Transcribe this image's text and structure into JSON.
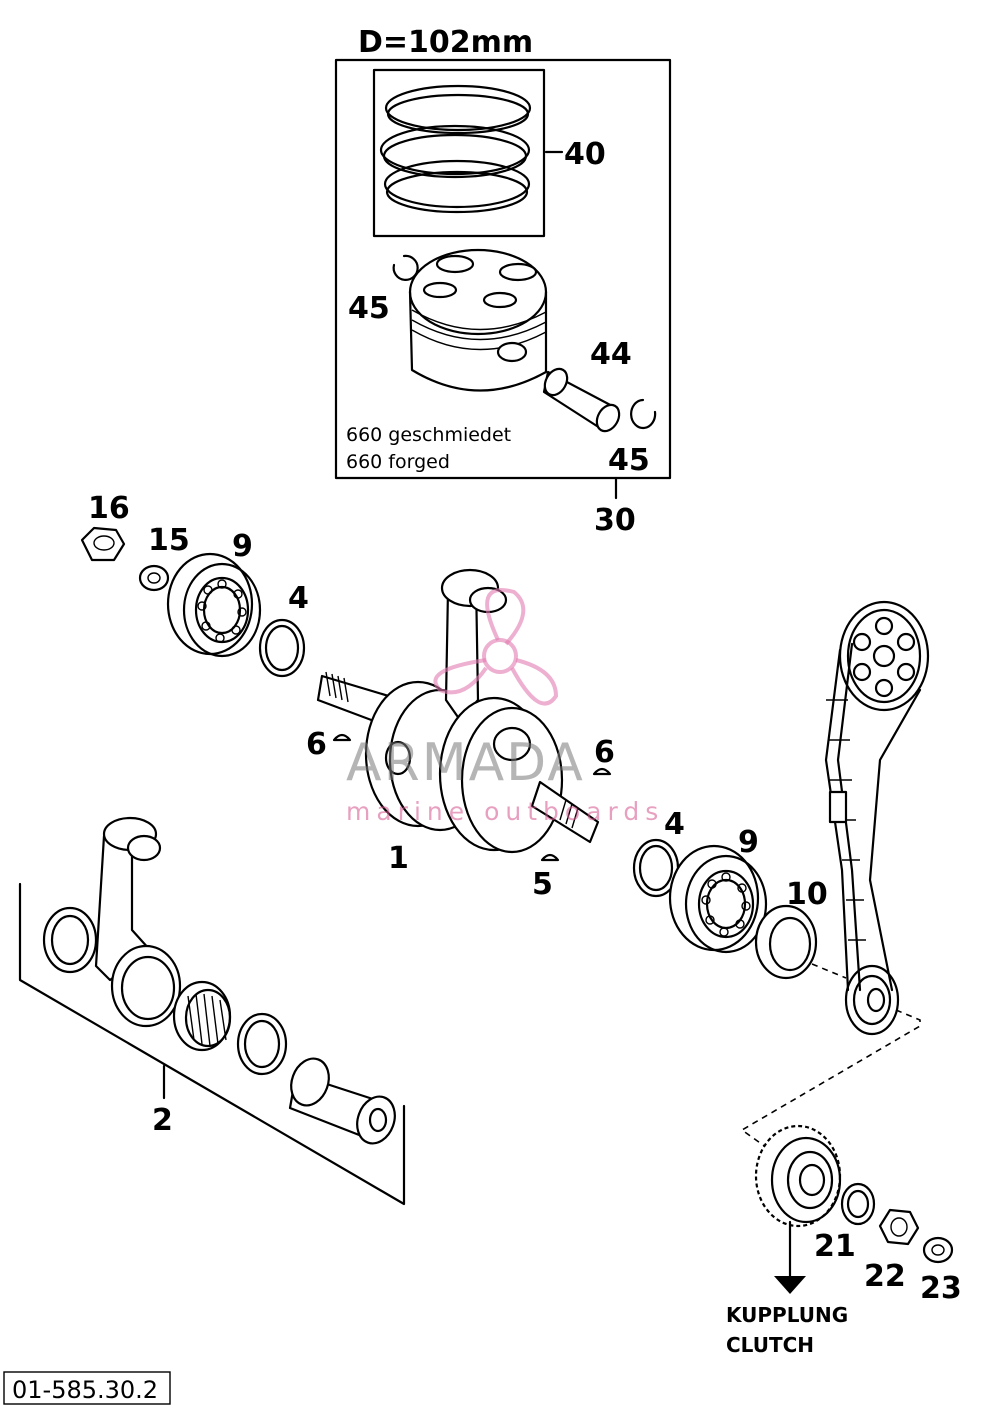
{
  "diameter_label": "D=102mm",
  "piston_note_line1": "660 geschmiedet",
  "piston_note_line2": "660 forged",
  "part_numbers": {
    "p40": "40",
    "p45_top": "45",
    "p44": "44",
    "p45_bottom": "45",
    "p30": "30",
    "p16": "16",
    "p15": "15",
    "p9_left": "9",
    "p4_left": "4",
    "p6_left": "6",
    "p6_right": "6",
    "p1": "1",
    "p5": "5",
    "p4_right": "4",
    "p9_right": "9",
    "p10": "10",
    "p2": "2",
    "p21": "21",
    "p22": "22",
    "p23": "23"
  },
  "clutch_label_line1": "KUPPLUNG",
  "clutch_label_line2": "CLUTCH",
  "drawing_reference": "01-585.30.2",
  "watermark": {
    "brand": "ARMADA",
    "tagline": "marine outboards",
    "brand_color": "#7a7a7a",
    "tagline_color": "#d4548e",
    "logo_color": "#e27bb0"
  },
  "icons": {
    "arrow": "arrow-down-icon",
    "logo": "propeller-logo-icon"
  }
}
